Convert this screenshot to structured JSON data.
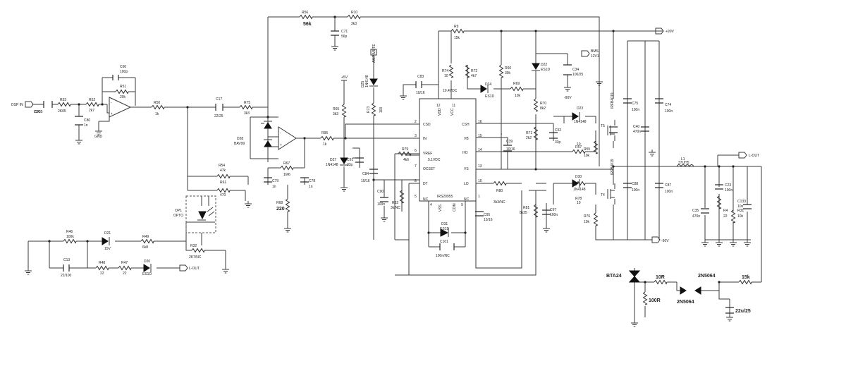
{
  "ports": {
    "dsp_in": "DSP IN",
    "plus_vcc": "+90V",
    "minus_vcc": "-90V",
    "l_out_top": "L-OUT",
    "l_out_mid": "L-OUT",
    "l_out_bot": "L-OUT",
    "plus5": "+5V",
    "amp_mute": "AMP-MUTE",
    "bms": "BMS",
    "bms_v": "12V1",
    "gnd": "GND"
  },
  "ic": {
    "name": "IRS20955",
    "vdd_note": "10.4VDC",
    "vref_note": "5.1VDC",
    "pins": {
      "vdd": "VDD",
      "vcc": "VCC",
      "csd": "CSD",
      "in": "IN",
      "vref": "VREF",
      "ocset": "OCSET",
      "dt": "DT",
      "nc1": "NC",
      "vss": "VSS",
      "com": "COM",
      "csh": "CSH",
      "vb": "VB",
      "ho": "HO",
      "vs": "VS",
      "lo": "LO",
      "nc2": "NC"
    },
    "pin_nums": [
      "1",
      "2",
      "3",
      "4",
      "5",
      "6",
      "7",
      "8",
      "9",
      "10",
      "11",
      "12",
      "13",
      "14",
      "15",
      "16"
    ]
  },
  "parts": {
    "R56": {
      "ref": "R56",
      "val": "56k"
    },
    "R10": {
      "ref": "R10",
      "val": "3k3"
    },
    "C71": {
      "ref": "C71",
      "val": "56p"
    },
    "R9": {
      "ref": "R9",
      "val": "15k"
    },
    "C60": {
      "ref": "C60",
      "val": "100p"
    },
    "R51": {
      "ref": "R51",
      "val": "20k"
    },
    "R53": {
      "ref": "R53",
      "val": "2K05"
    },
    "R52": {
      "ref": "R52",
      "val": "2k7"
    },
    "C50": {
      "ref": "C50",
      "val": "22/35"
    },
    "C80": {
      "ref": "C80",
      "val": "1n"
    },
    "R50": {
      "ref": "R50",
      "val": "1k"
    },
    "C17": {
      "ref": "C17",
      "val": "22/25"
    },
    "R75": {
      "ref": "R75",
      "val": "3k3"
    },
    "D28": {
      "ref": "D28",
      "val": "BAV99"
    },
    "R96": {
      "ref": "R96",
      "val": "1k"
    },
    "R65": {
      "ref": "R65",
      "val": "3k3"
    },
    "D25": {
      "ref": "D25",
      "val": "1N4148"
    },
    "R73": {
      "ref": "R73",
      "val": "100"
    },
    "C83": {
      "ref": "C83",
      "val": "10/16"
    },
    "R74": {
      "ref": "R74",
      "val": "10"
    },
    "R72": {
      "ref": "R72",
      "val": "4k7"
    },
    "R60": {
      "ref": "R60",
      "val": "39k"
    },
    "D22": {
      "ref": "D22",
      "val": "ES1D"
    },
    "C34": {
      "ref": "C34",
      "val": "100/25"
    },
    "D24": {
      "ref": "D24",
      "val": "ES1D"
    },
    "R69": {
      "ref": "R69",
      "val": "10k"
    },
    "R70": {
      "ref": "R70",
      "val": "8k2"
    },
    "R71": {
      "ref": "R71",
      "val": "2k2"
    },
    "C52": {
      "ref": "C52",
      "val": "33p"
    },
    "C39": {
      "ref": "C39",
      "val": "10/16"
    },
    "D23": {
      "ref": "D23",
      "val": "1N4148"
    },
    "R57": {
      "ref": "R57",
      "val": "10"
    },
    "R55": {
      "ref": "R55",
      "val": "10k"
    },
    "T5": {
      "ref": "T5",
      "val": "IRFB4019"
    },
    "T4": {
      "ref": "T4",
      "val": "IRFB4019"
    },
    "C75": {
      "ref": "C75",
      "val": "100n"
    },
    "C74": {
      "ref": "C74",
      "val": "100n"
    },
    "C40": {
      "ref": "C40",
      "val": "470n"
    },
    "C88": {
      "ref": "C88",
      "val": "100n"
    },
    "C87": {
      "ref": "C87",
      "val": "100n"
    },
    "L1": {
      "ref": "L1",
      "val": "37UH5"
    },
    "C23": {
      "ref": "C23",
      "val": "100n"
    },
    "C35": {
      "ref": "C35",
      "val": "470n"
    },
    "R4": {
      "ref": "R4",
      "val": "22"
    },
    "R31": {
      "ref": "R31",
      "val": "10k"
    },
    "C133": {
      "ref": "C133",
      "val": "10n"
    },
    "R54": {
      "ref": "R54",
      "val": "47k"
    },
    "R61": {
      "ref": "R61",
      "val": "470"
    },
    "R67": {
      "ref": "R67",
      "val": "1M6"
    },
    "C79": {
      "ref": "C79",
      "val": "1n"
    },
    "C78": {
      "ref": "C78",
      "val": "1n"
    },
    "R68": {
      "ref": "R68",
      "val": "220"
    },
    "D27": {
      "ref": "D27",
      "val": "1N4148"
    },
    "C91": {
      "ref": "C91",
      "val": "33p"
    },
    "C84": {
      "ref": "C84",
      "val": "10/16"
    },
    "R79": {
      "ref": "R79",
      "val": "4k6"
    },
    "C90": {
      "ref": "C90",
      "val": "100n"
    },
    "R82": {
      "ref": "R82",
      "val": "3k/NC"
    },
    "D31": {
      "ref": "D31",
      "val": "ES1D"
    },
    "C101": {
      "ref": "C101",
      "val": "100n/NC"
    },
    "C95": {
      "ref": "C95",
      "val": "10/16"
    },
    "R80": {
      "ref": "R80",
      "val": "3k3/NC"
    },
    "R81": {
      "ref": "R81",
      "val": "8k25"
    },
    "C97": {
      "ref": "C97",
      "val": "100n"
    },
    "D30": {
      "ref": "D30",
      "val": "1N4148"
    },
    "R78": {
      "ref": "R78",
      "val": "10"
    },
    "R76": {
      "ref": "R76",
      "val": "10k"
    },
    "OP1": {
      "ref": "OP1",
      "val": "OPTO"
    },
    "R32": {
      "ref": "R32",
      "val": "2K7/NC"
    },
    "R46": {
      "ref": "R46",
      "val": "100k"
    },
    "D21": {
      "ref": "D21",
      "val": "15V"
    },
    "R49": {
      "ref": "R49",
      "val": "6k8"
    },
    "C13": {
      "ref": "C13",
      "val": "22/100"
    },
    "R48": {
      "ref": "R48",
      "val": "22"
    },
    "R47": {
      "ref": "R47",
      "val": "22"
    },
    "D20": {
      "ref": "D20",
      "val": "ES1D"
    },
    "BTA24": {
      "ref": "BTA24",
      "val": ""
    },
    "R10R": {
      "ref": "",
      "val": "10R"
    },
    "R100R": {
      "ref": "",
      "val": "100R"
    },
    "Q2N5064a": {
      "ref": "",
      "val": "2N5064"
    },
    "Q2N5064b": {
      "ref": "",
      "val": "2N5064"
    },
    "R15k": {
      "ref": "",
      "val": "15k"
    },
    "C22u": {
      "ref": "",
      "val": "22u/25"
    }
  }
}
